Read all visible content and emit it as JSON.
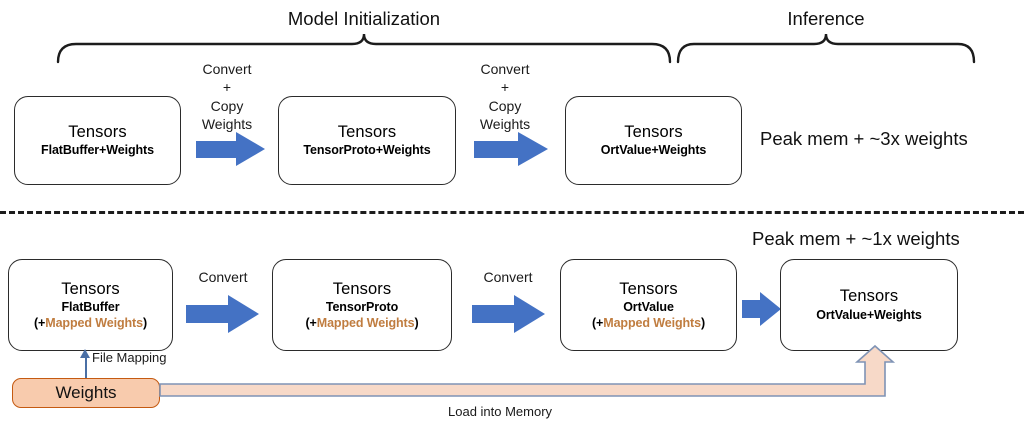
{
  "figure": {
    "dashed_divider": true,
    "colors": {
      "arrow_blue": "#4472c4",
      "mapped_orange": "#c07d40",
      "weights_fill": "#f8cbad",
      "weights_border": "#c55a11",
      "memory_arrow_fill": "#f7d9c8",
      "memory_arrow_stroke": "#7f93b5",
      "box_border": "#2b2b2b"
    }
  },
  "top_section": {
    "braces": [
      {
        "label": "Model Initialization"
      },
      {
        "label": "Inference"
      }
    ],
    "boxes": [
      {
        "title": "Tensors",
        "sub": "FlatBuffer+Weights"
      },
      {
        "title": "Tensors",
        "sub": "TensorProto+Weights"
      },
      {
        "title": "Tensors",
        "sub": "OrtValue+Weights"
      }
    ],
    "arrow_labels": [
      "Convert\n+\nCopy\nWeights",
      "Convert\n+\nCopy\nWeights"
    ],
    "peak_mem": "Peak mem + ~3x weights"
  },
  "bottom_section": {
    "peak_mem": "Peak mem + ~1x weights",
    "boxes": [
      {
        "title": "Tensors",
        "sub": "FlatBuffer",
        "sub3_open": "(+",
        "sub3_mapped": "Mapped Weights",
        "sub3_close": ")"
      },
      {
        "title": "Tensors",
        "sub": "TensorProto",
        "sub3_open": "(+",
        "sub3_mapped": "Mapped Weights",
        "sub3_close": ")"
      },
      {
        "title": "Tensors",
        "sub": "OrtValue",
        "sub3_open": "(+",
        "sub3_mapped": "Mapped Weights",
        "sub3_close": ")"
      },
      {
        "title": "Tensors",
        "sub": "OrtValue+Weights",
        "sub3_open": "",
        "sub3_mapped": "",
        "sub3_close": ""
      }
    ],
    "arrow_labels": [
      "Convert",
      "Convert",
      ""
    ],
    "weights_source": "Weights",
    "file_mapping_label": "File Mapping",
    "load_memory_label": "Load into Memory"
  }
}
